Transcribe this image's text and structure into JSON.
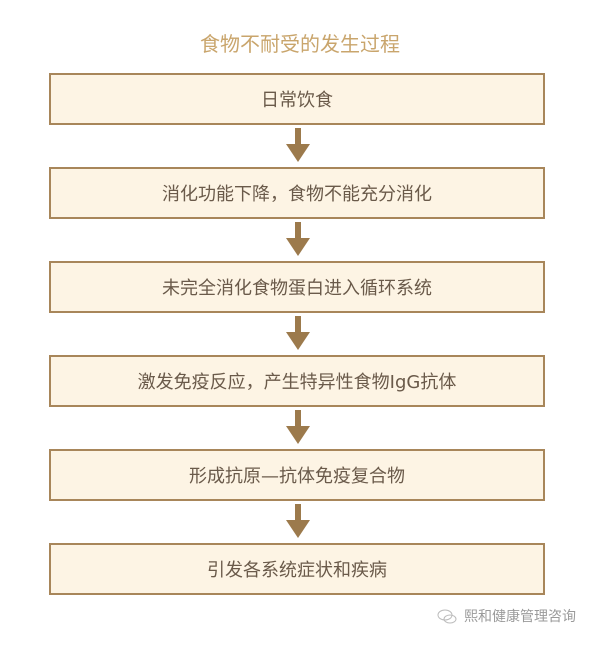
{
  "title": "食物不耐受的发生过程",
  "steps": [
    "日常饮食",
    "消化功能下降，食物不能充分消化",
    "未完全消化食物蛋白进入循环系统",
    "激发免疫反应，产生特异性食物IgG抗体",
    "形成抗原—抗体免疫复合物",
    "引发各系统症状和疾病"
  ],
  "watermark": "熙和健康管理咨询",
  "colors": {
    "title": "#c9a56c",
    "box_fill": "#fdf4e4",
    "border": "#a8865a",
    "arrow": "#9c7a4c"
  }
}
